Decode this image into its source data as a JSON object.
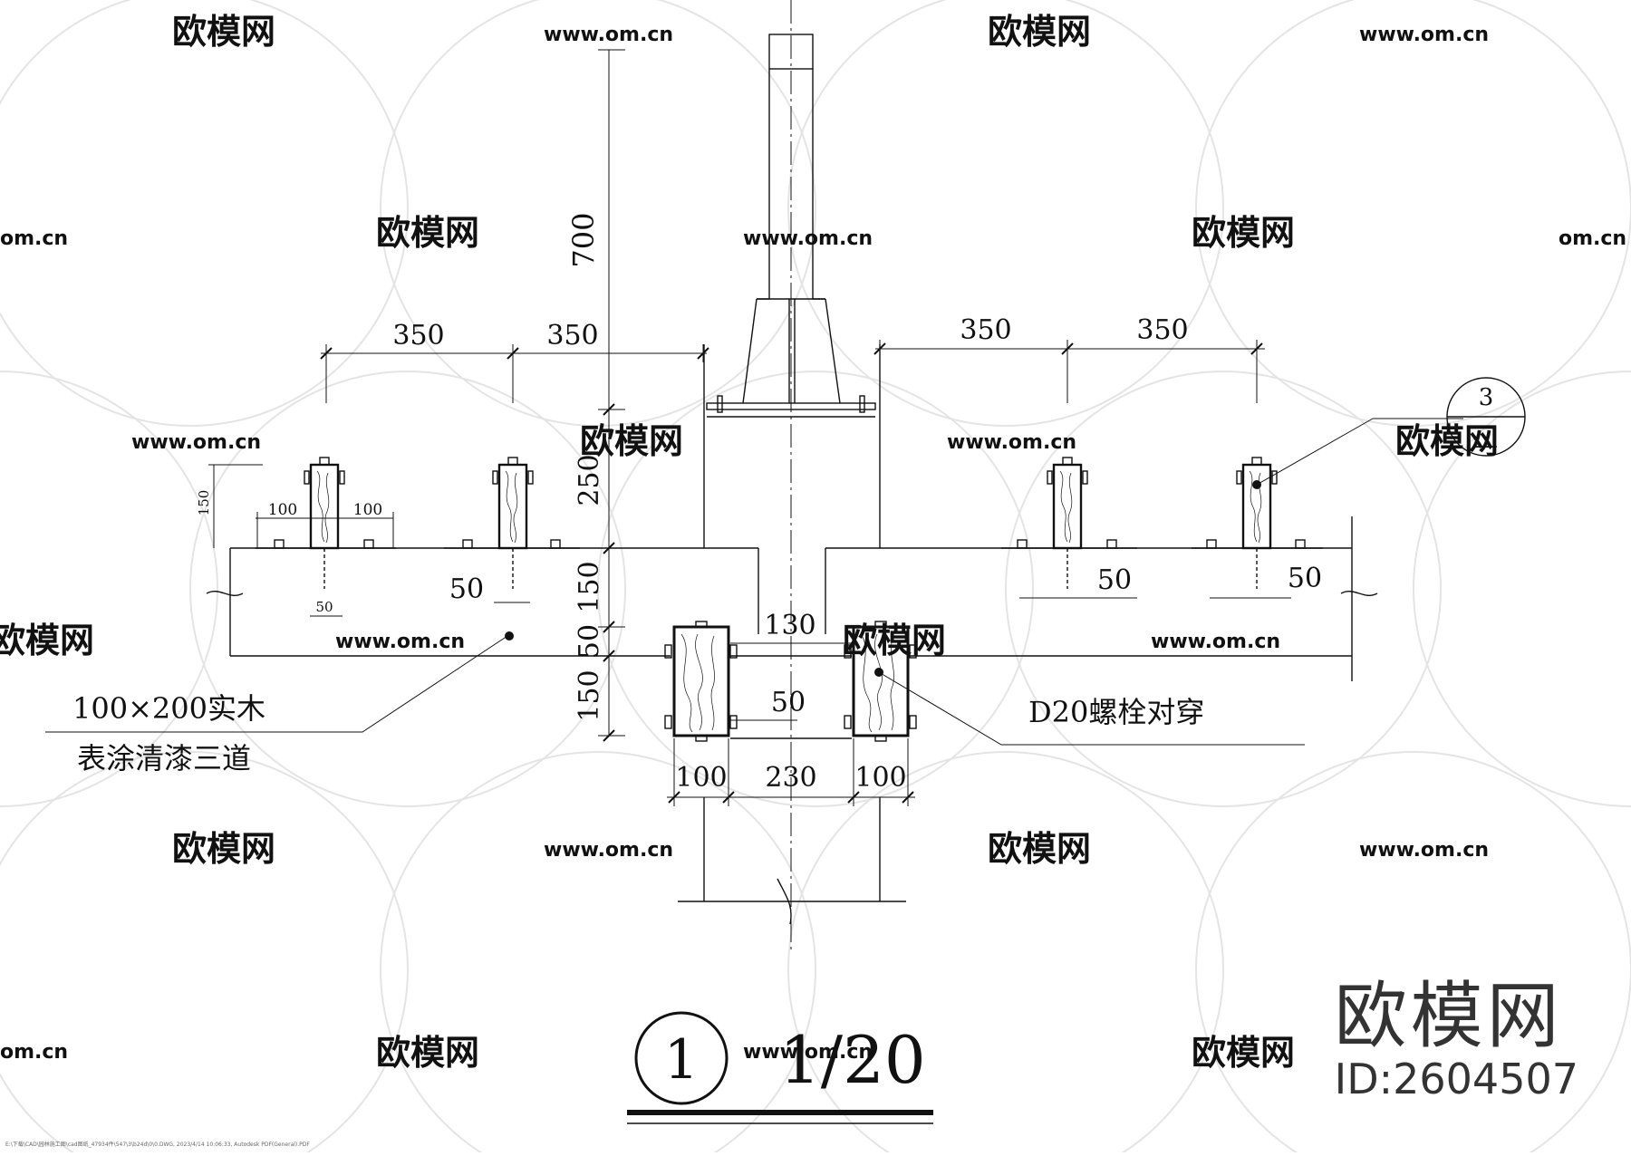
{
  "dimensions": {
    "top_post_height": "700",
    "beam_left_1": "350",
    "beam_left_2": "350",
    "beam_right_1": "350",
    "beam_right_2": "350",
    "side_250": "250",
    "side_150_a": "150",
    "side_50": "50",
    "side_150_b": "150",
    "left_height_150": "150",
    "left_offset_a": "100",
    "left_offset_b": "100",
    "small_50": "50",
    "block_50_left": "50",
    "block_50_right_a": "50",
    "block_50_right_b": "50",
    "gap_130": "130",
    "gap_50": "50",
    "bottom_100_a": "100",
    "bottom_230": "230",
    "bottom_100_b": "100"
  },
  "annotations": {
    "timber_line1": "100×200实木",
    "timber_line2": "表涂清漆三道",
    "bolt": "D20螺栓对穿",
    "detail_ref_num": "3",
    "detail_ref_sheet": "—"
  },
  "title": {
    "number": "1",
    "scale": "1/20"
  },
  "watermark": {
    "brand": "欧模网",
    "url": "www.om.cn",
    "url_short": "om.cn"
  },
  "brand_block": {
    "logo": "欧模网",
    "id": "ID:2604507"
  },
  "footer_path": "E:\\下载\\CAD\\园林施工图\\cad图纸_47934件\\547\\3\\b24d\\0\\0.DWG, 2023/4/14 10:06:33, Autodesk PDF(General).PDF"
}
